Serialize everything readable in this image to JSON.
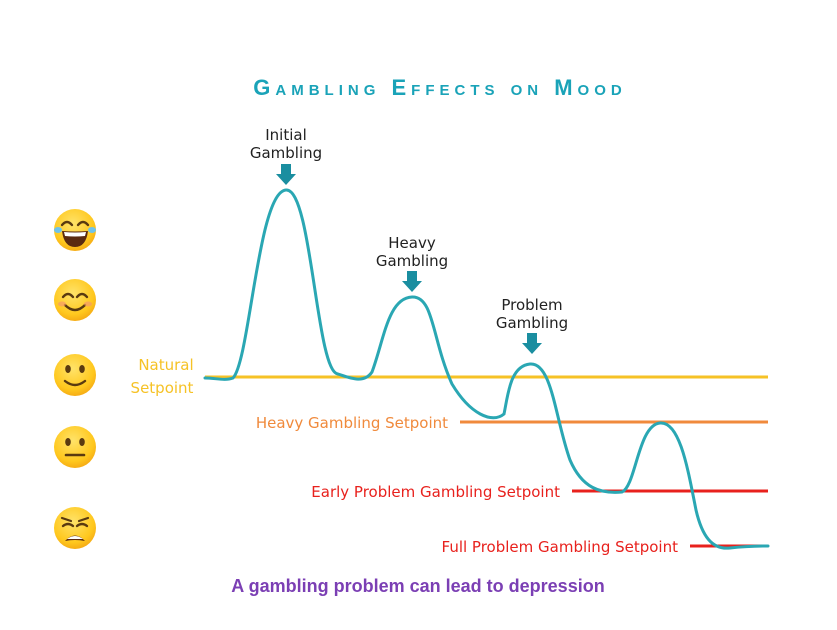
{
  "title": "Gambling Effects on Mood",
  "caption": "A gambling problem can lead to depression",
  "colors": {
    "teal": "#1aa3b8",
    "curve": "#2aa7b3",
    "natural": "#f6c226",
    "heavy": "#f08a3c",
    "problem": "#e8211d",
    "caption": "#7b3fb4"
  },
  "callouts": {
    "initial": [
      "Initial",
      "Gambling"
    ],
    "heavy": [
      "Heavy",
      "Gambling"
    ],
    "problem": [
      "Problem",
      "Gambling"
    ]
  },
  "setpoints": {
    "natural": [
      "Natural",
      "Setpoint"
    ],
    "heavy": "Heavy Gambling Setpoint",
    "early_problem": "Early Problem Gambling Setpoint",
    "full_problem": "Full Problem Gambling Setpoint"
  },
  "mood_scale": [
    {
      "icon": "laughing-face-icon"
    },
    {
      "icon": "smiling-face-icon"
    },
    {
      "icon": "slight-smile-face-icon"
    },
    {
      "icon": "neutral-face-icon"
    },
    {
      "icon": "weary-face-icon"
    }
  ]
}
